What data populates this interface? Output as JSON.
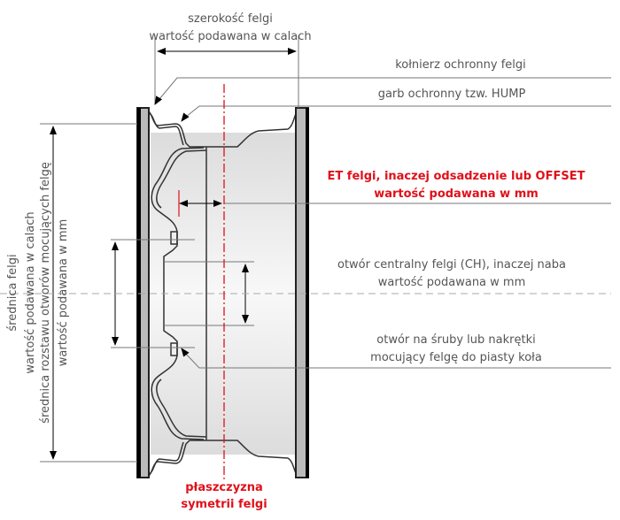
{
  "labels": {
    "width": [
      "szerokość felgi",
      "wartość podawana w calach"
    ],
    "flange": "kołnierz ochronny felgi",
    "hump": "garb ochronny tzw. HUMP",
    "et": [
      "ET felgi, inaczej odsadzenie lub OFFSET",
      "wartość podawana w mm"
    ],
    "center_bore": [
      "otwór centralny felgi (CH), inaczej naba",
      "wartość podawana w mm"
    ],
    "bolt_hole": [
      "otwór na śruby lub nakrętki",
      "mocujący felgę do piasty koła"
    ],
    "diameter": [
      "średnica felgi",
      "wartość podawana w calach"
    ],
    "bolt_circle": [
      "średnica rozstawu otworów mocujących felgę",
      "wartość podawana w mm"
    ],
    "symmetry": [
      "płaszczyzna",
      "symetrii felgi"
    ]
  },
  "colors": {
    "accent": "#e0101a",
    "lines": "#777777",
    "outline": "#222222"
  }
}
